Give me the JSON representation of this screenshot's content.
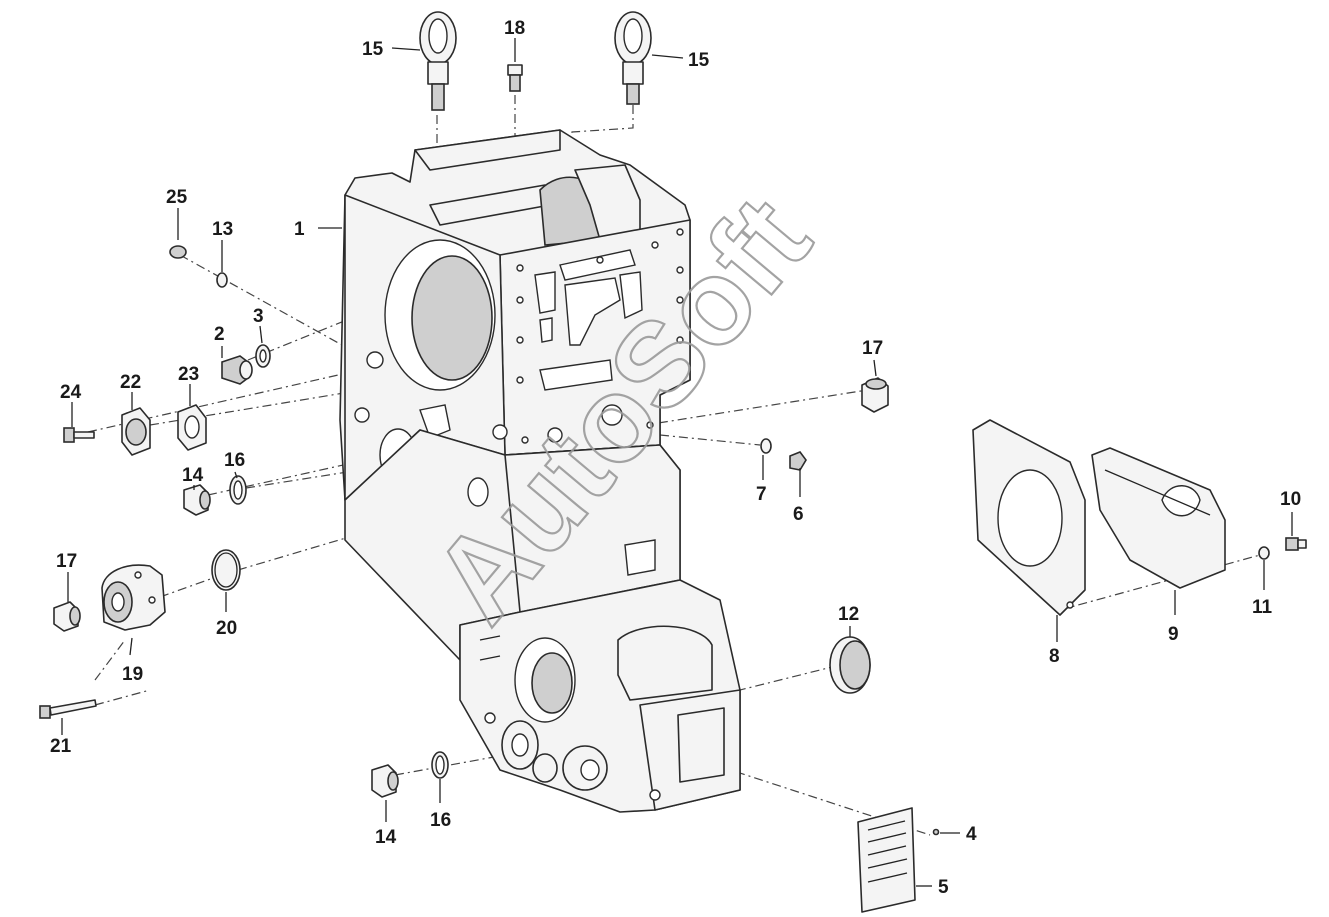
{
  "watermark": "AutoSoft",
  "callouts": {
    "c1": "1",
    "c2": "2",
    "c3": "3",
    "c4": "4",
    "c5": "5",
    "c6": "6",
    "c7": "7",
    "c8": "8",
    "c9": "9",
    "c10": "10",
    "c11": "11",
    "c12": "12",
    "c13": "13",
    "c14a": "14",
    "c14b": "14",
    "c15a": "15",
    "c15b": "15",
    "c16a": "16",
    "c16b": "16",
    "c17a": "17",
    "c17b": "17",
    "c18": "18",
    "c19": "19",
    "c20": "20",
    "c21": "21",
    "c22": "22",
    "c23": "23",
    "c24": "24",
    "c25": "25"
  },
  "colors": {
    "line": "#2b2b2b",
    "fill": "#f4f4f4",
    "watermark": "#9a9a9a"
  }
}
